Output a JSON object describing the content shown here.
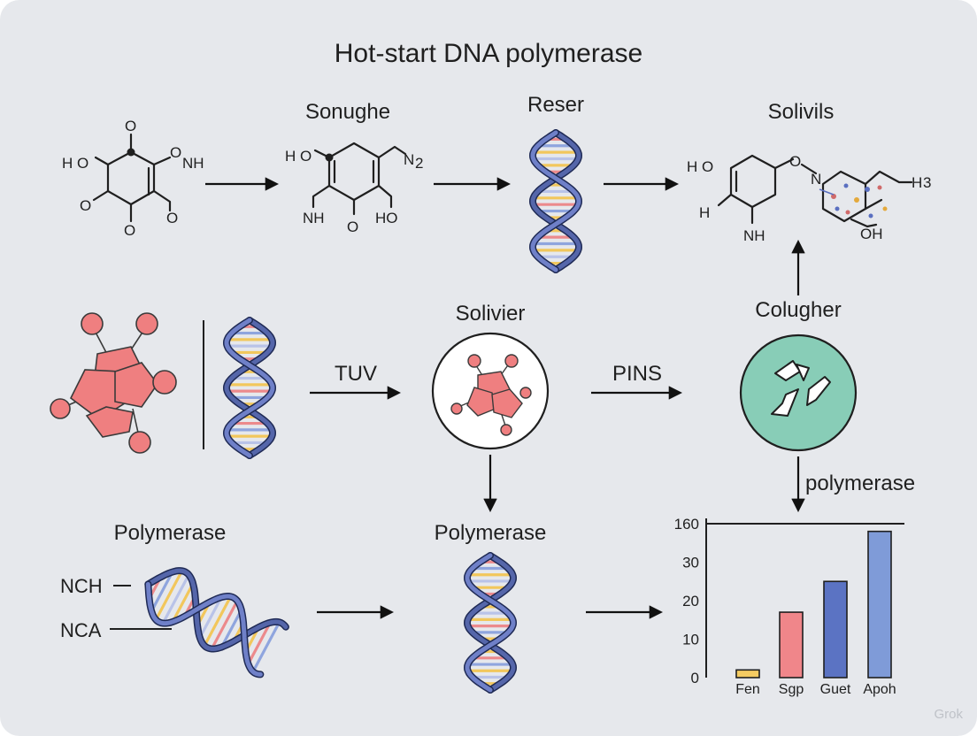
{
  "title": "Hot-start DNA polymerase",
  "labels": {
    "sonughe": "Sonughe",
    "reser": "Reser",
    "solivils": "Solivils",
    "solivier": "Solivier",
    "colugher": "Colugher",
    "polymerase_left": "Polymerase",
    "polymerase_center": "Polymerase",
    "polymerase_arrow": "polymerase",
    "tuv": "TUV",
    "pins": "PINS",
    "nch": "NCH",
    "nca": "NCA"
  },
  "molecule1": {
    "a": "H O",
    "b": "O",
    "c": "O",
    "d": "NH",
    "e": "O",
    "f": "O",
    "g": "O"
  },
  "molecule2": {
    "a": "H O",
    "b": "N",
    "c": "2",
    "d": "NH",
    "e": "O",
    "f": "HO"
  },
  "molecule3": {
    "a": "H O",
    "b": "O",
    "c": "N",
    "d": "H",
    "e": "H",
    "f": "3",
    "g": "NH",
    "h": "OH"
  },
  "watermark": "Grok",
  "colors": {
    "background": "#e6e8ec",
    "dna": "#5566aa",
    "protein": "#ef7f80",
    "teal": "#88cdb7",
    "bar1": "#f5cc62",
    "bar2": "#f0868a",
    "bar3": "#5b73c3",
    "bar4": "#7f9bd8"
  },
  "chart_data": {
    "type": "bar",
    "categories": [
      "Fen",
      "Sgp",
      "Guet",
      "Apoh"
    ],
    "values": [
      2,
      17,
      25,
      38
    ],
    "tick_labels": [
      "0",
      "10",
      "20",
      "30",
      "160"
    ],
    "tick_values": [
      0,
      10,
      20,
      30,
      40
    ],
    "ylim": [
      0,
      40
    ]
  }
}
